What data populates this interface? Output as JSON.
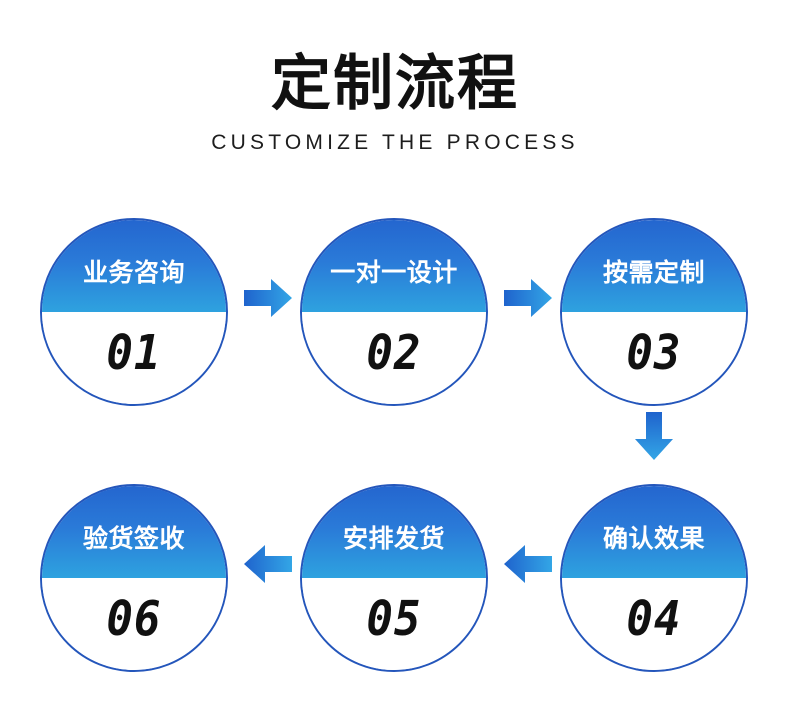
{
  "header": {
    "title": "定制流程",
    "subtitle": "CUSTOMIZE THE PROCESS"
  },
  "colors": {
    "gradient_top": "#2466cf",
    "gradient_bottom": "#2ea2df",
    "circle_border": "#2456bb",
    "arrow_dark": "#1f63cd",
    "arrow_light": "#33a6e6",
    "number_text": "#111111",
    "label_text": "#ffffff",
    "background": "#ffffff"
  },
  "flow": {
    "steps": [
      {
        "number": "01",
        "label": "业务咨询"
      },
      {
        "number": "02",
        "label": "一对一设计"
      },
      {
        "number": "03",
        "label": "按需定制"
      },
      {
        "number": "04",
        "label": "确认效果"
      },
      {
        "number": "05",
        "label": "安排发货"
      },
      {
        "number": "06",
        "label": "验货签收"
      }
    ],
    "arrows": [
      {
        "name": "arrow-right-1-to-2",
        "direction": "right"
      },
      {
        "name": "arrow-right-2-to-3",
        "direction": "right"
      },
      {
        "name": "arrow-down-3-to-4",
        "direction": "down"
      },
      {
        "name": "arrow-left-4-to-5",
        "direction": "left"
      },
      {
        "name": "arrow-left-5-to-6",
        "direction": "left"
      }
    ]
  }
}
